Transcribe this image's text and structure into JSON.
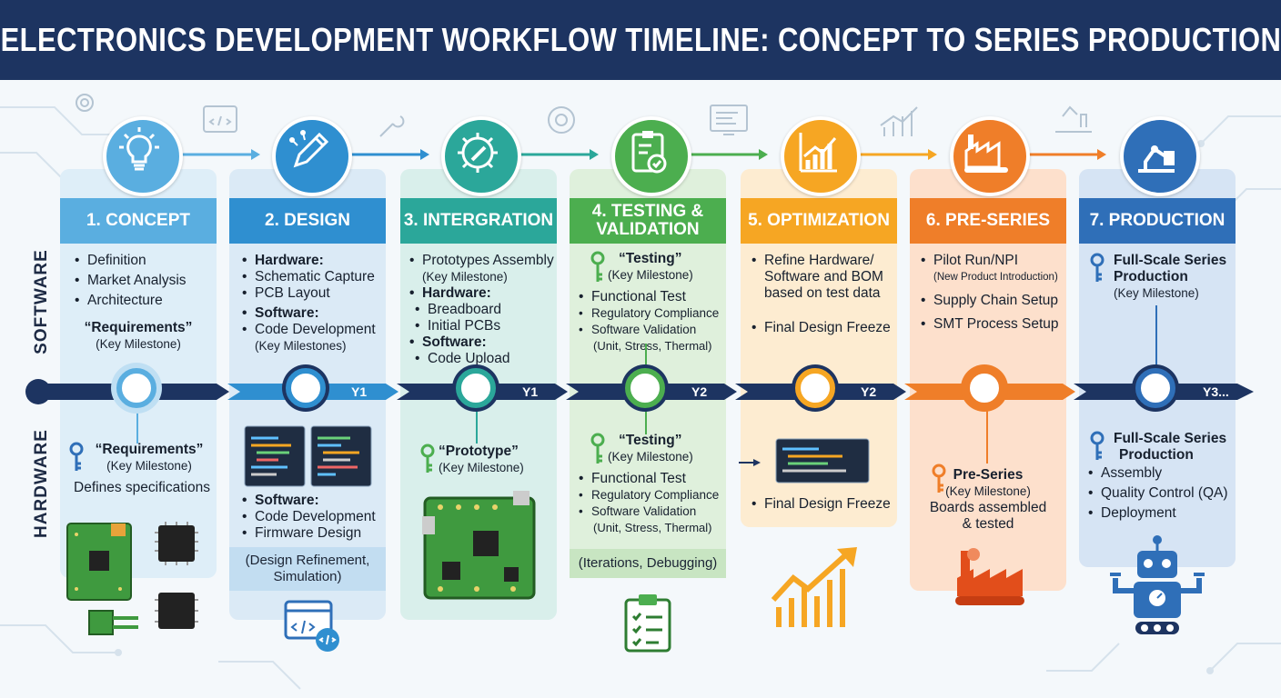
{
  "title": "ELECTRONICS DEVELOPMENT WORKFLOW TIMELINE: CONCEPT TO SERIES PRODUCTION",
  "lanes": {
    "software": "SOFTWARE",
    "hardware": "HARDWARE"
  },
  "key_milestone": "(Key Milestone)",
  "key_milestones": "(Key Milestones)",
  "colors": {
    "title_bg": "#1d3461",
    "timeline": "#1d3461",
    "concept": "#5aaee0",
    "design": "#2f8fd0",
    "integration": "#2ba79a",
    "testing": "#4cae4f",
    "optimization": "#f6a623",
    "preseries": "#ef7e29",
    "production": "#2f6fb8"
  },
  "stages": {
    "concept": {
      "header": "1. CONCEPT",
      "sw_items": [
        "Definition",
        "Market Analysis",
        "Architecture"
      ],
      "sw_milestone": "“Requirements”",
      "hw_milestone": "“Requirements”",
      "hw_text": "Defines specifications"
    },
    "design": {
      "header": "2. DESIGN",
      "sw_hw": "Hardware:",
      "sw_hw_items": [
        "Schematic Capture",
        "PCB Layout"
      ],
      "sw_sw": "Software:",
      "sw_sw_item": "Code Development",
      "hw_sw": "Software:",
      "hw_items": [
        "Code Development",
        "Firmware Design"
      ],
      "footer": "(Design Refinement, Simulation)",
      "year": "Y1"
    },
    "integration": {
      "header": "3. INTERGRATION",
      "sw_item1": "Prototypes Assembly",
      "sw_hw": "Hardware:",
      "sw_hw_items": [
        "Breadboard",
        "Initial PCBs"
      ],
      "sw_sw": "Software:",
      "sw_sw_item": "Code Upload",
      "hw_milestone": "“Prototype”",
      "year": "Y1"
    },
    "testing": {
      "header_line1": "4. TESTING &",
      "header_line2": "VALIDATION",
      "milestone": "“Testing”",
      "items": [
        "Functional Test",
        "Regulatory Compliance",
        "Software Validation"
      ],
      "sub": "(Unit, Stress, Thermal)",
      "footer": "(Iterations, Debugging)",
      "year": "Y2"
    },
    "optimization": {
      "header": "5. OPTIMIZATION",
      "sw_line1": "Refine Hardware/",
      "sw_line2": "Software and BOM",
      "sw_line3": "based on test data",
      "freeze": "Final Design Freeze",
      "year": "Y2"
    },
    "preseries": {
      "header": "6. PRE-SERIES",
      "sw_item1": "Pilot Run/NPI",
      "sw_item1_sub": "(New Product Introduction)",
      "sw_item2": "Supply Chain Setup",
      "sw_item3": "SMT Process Setup",
      "hw_milestone": "Pre-Series",
      "hw_line1": "Boards assembled",
      "hw_line2": "& tested"
    },
    "production": {
      "header": "7. PRODUCTION",
      "milestone_line1": "Full-Scale Series",
      "milestone_line2": "Production",
      "hw_items": [
        "Assembly",
        "Quality Control (QA)",
        "Deployment"
      ],
      "year": "Y3..."
    }
  }
}
